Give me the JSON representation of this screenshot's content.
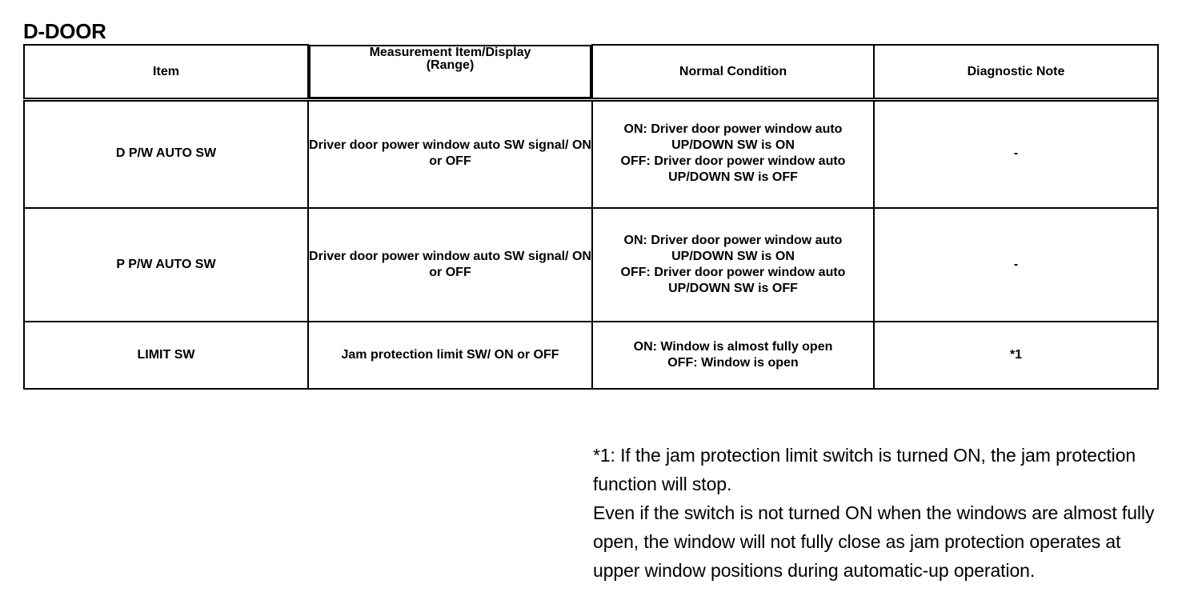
{
  "document": {
    "title": "D-DOOR"
  },
  "table": {
    "headers": [
      "Item",
      "Measurement Item/Display\n(Range)",
      "Normal Condition",
      "Diagnostic Note"
    ],
    "rows": [
      {
        "item": "D P/W AUTO SW",
        "measurement": "Driver door power window auto SW signal/ ON or OFF",
        "normal_condition": "ON: Driver door power window auto UP/DOWN SW is ON\nOFF: Driver door power window auto UP/DOWN SW is OFF",
        "diagnostic_note": "-"
      },
      {
        "item": "P P/W AUTO SW",
        "measurement": "Driver door power window auto SW signal/ ON or OFF",
        "normal_condition": "ON: Driver door power window auto UP/DOWN SW is ON\nOFF: Driver door power window auto UP/DOWN SW is OFF",
        "diagnostic_note": "-"
      },
      {
        "item": "LIMIT SW",
        "measurement": "Jam protection limit SW/ ON or OFF",
        "normal_condition": "ON: Window is almost fully open\nOFF: Window is open",
        "diagnostic_note": "*1"
      }
    ]
  },
  "footnote": {
    "text": "*1: If the jam protection limit switch is turned ON, the jam protection function will stop.\nEven if the switch is not turned ON when the windows are almost fully open, the window will not fully close as jam protection operates at upper window positions during automatic-up operation."
  },
  "colors": {
    "text": "#000000",
    "background": "#ffffff",
    "border": "#000000"
  }
}
